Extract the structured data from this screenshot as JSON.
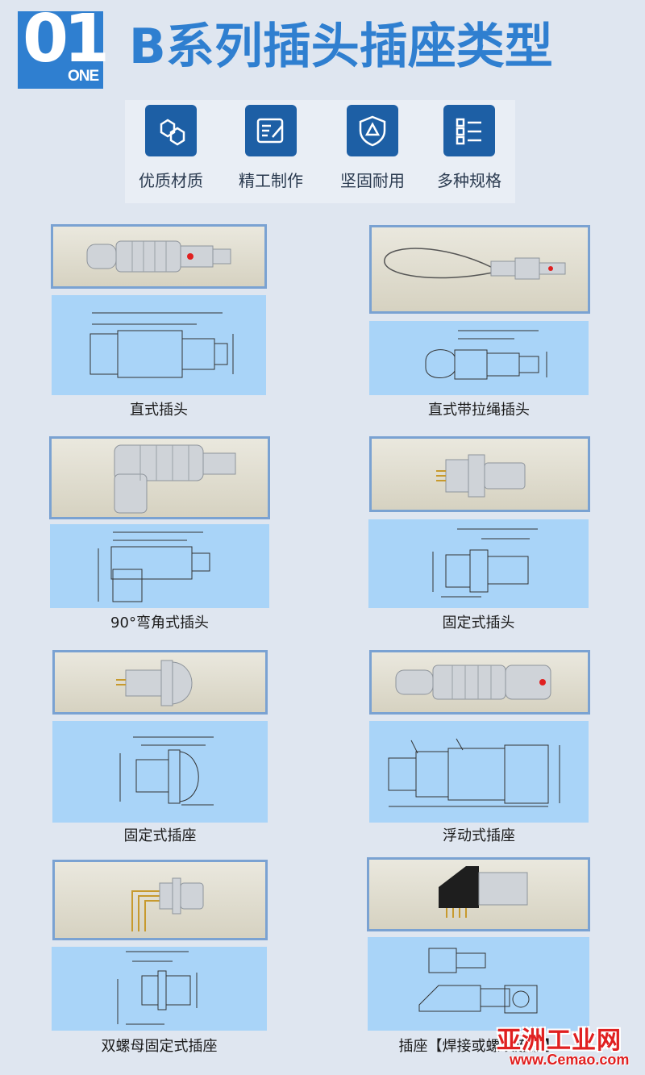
{
  "header": {
    "badge_number": "01",
    "badge_sub": "ONE",
    "title": "B系列插头插座类型"
  },
  "features": [
    {
      "label": "优质材质",
      "icon": "molecule-icon"
    },
    {
      "label": "精工制作",
      "icon": "edit-document-icon"
    },
    {
      "label": "坚固耐用",
      "icon": "shield-icon"
    },
    {
      "label": "多种规格",
      "icon": "checklist-icon"
    }
  ],
  "products": [
    {
      "caption": "直式插头"
    },
    {
      "caption": "直式带拉绳插头"
    },
    {
      "caption": "90°弯角式插头"
    },
    {
      "caption": "固定式插头"
    },
    {
      "caption": "固定式插座"
    },
    {
      "caption": "浮动式插座"
    },
    {
      "caption": "双螺母固定式插座"
    },
    {
      "caption": "插座【焊接或螺纹连接】"
    }
  ],
  "watermark": {
    "title": "亚洲工业网",
    "url": "www.Cemao.com"
  },
  "colors": {
    "accent": "#2f7fd0",
    "icon_bg": "#1d5fa5",
    "drawing_bg": "#a9d4f8",
    "page_bg": "#dfe6f0"
  }
}
